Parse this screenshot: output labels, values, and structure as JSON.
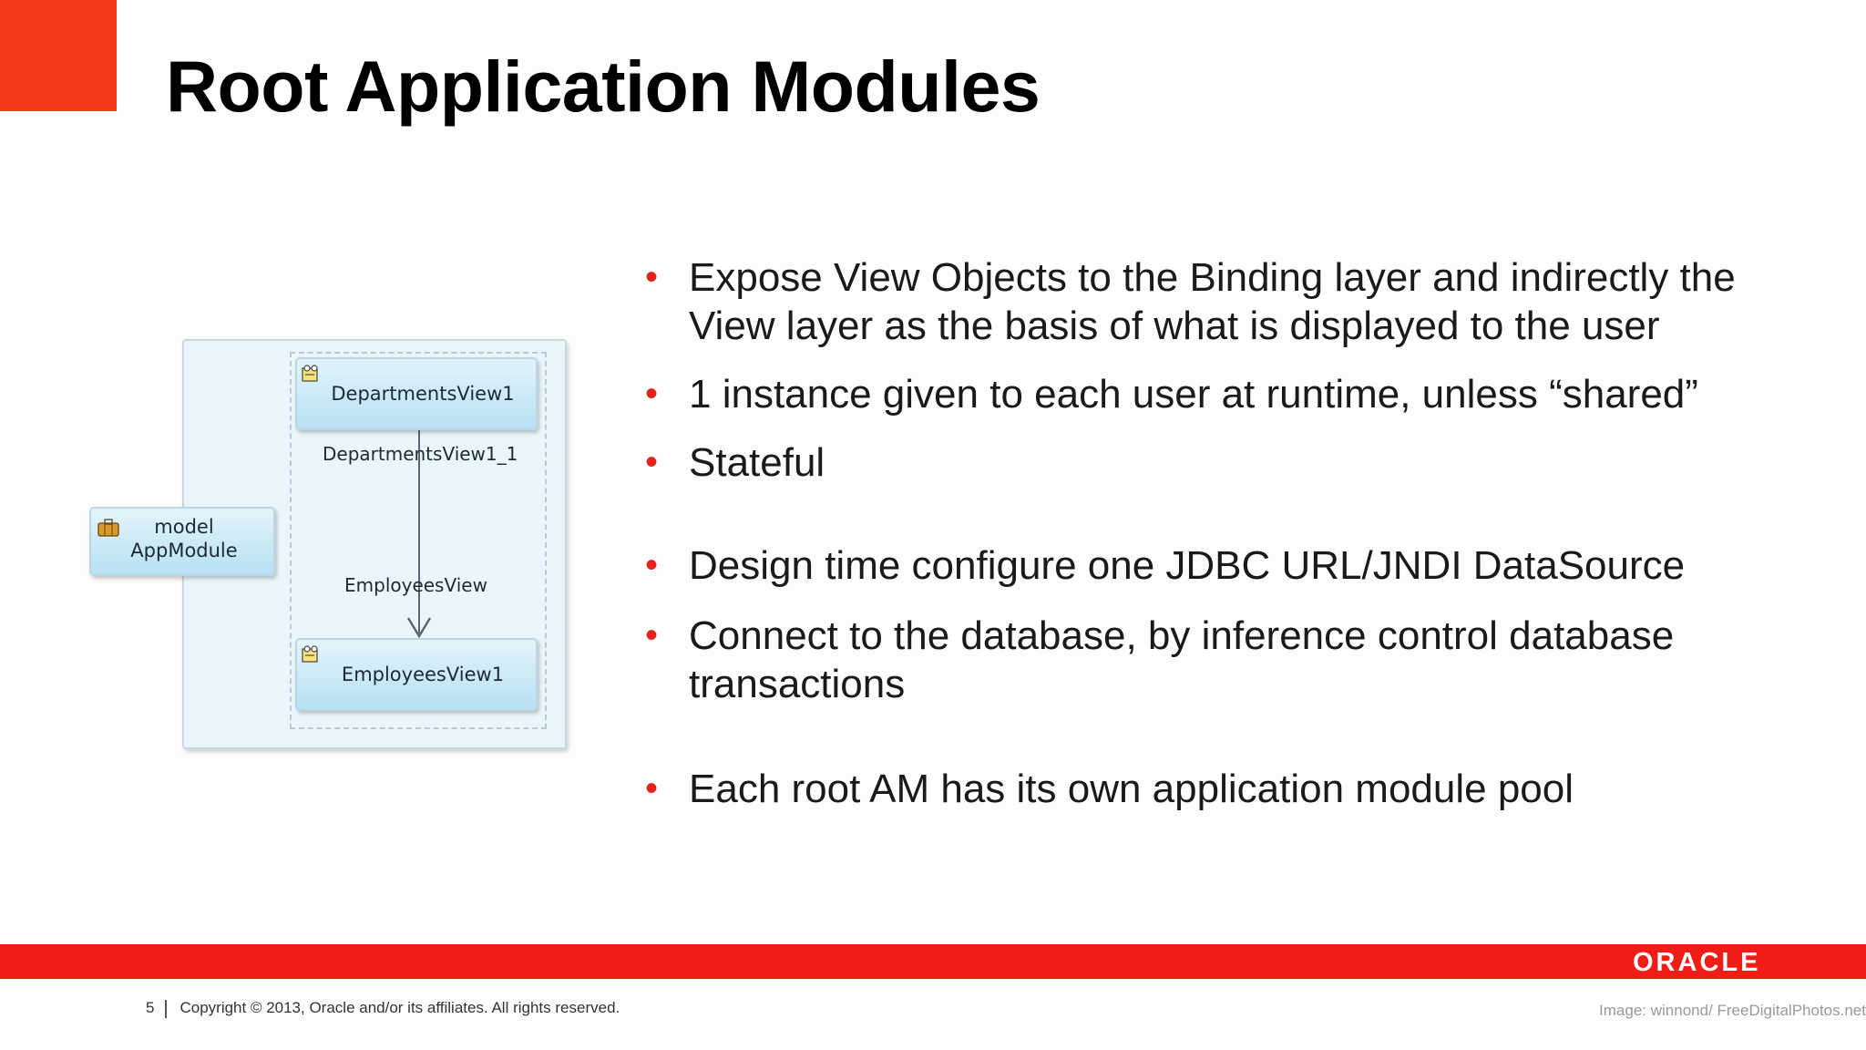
{
  "slide": {
    "title": "Root Application Modules",
    "bullets": [
      "Expose View Objects to the Binding layer and indirectly the View layer as the basis of what is displayed to the user",
      "1 instance given to each user at runtime, unless “shared”",
      "Stateful",
      "Design time configure one JDBC URL/JNDI DataSource",
      "Connect to the database, by inference control database transactions",
      "Each root AM has its own application module pool"
    ],
    "bullet_marker": "•"
  },
  "diagram": {
    "app_module": {
      "line1": "model",
      "line2": "AppModule",
      "icon": "application-module-icon"
    },
    "view_objects": [
      {
        "label": "DepartmentsView1",
        "icon": "view-object-icon"
      },
      {
        "label": "EmployeesView1",
        "icon": "view-object-icon"
      }
    ],
    "link": {
      "source_label": "DepartmentsView1_1",
      "target_label": "EmployeesView"
    }
  },
  "footer": {
    "page_number": "5",
    "copyright": "Copyright © 2013, Oracle and/or its affiliates. All rights reserved.",
    "image_credit": "Image: winnond/ FreeDigitalPhotos.net",
    "logo_text": "ORACLE"
  },
  "colors": {
    "accent": "#f23a1a",
    "bullet": "#e0231d",
    "footer_bar": "#f01c16",
    "node_fill": "#b7e1f3"
  }
}
